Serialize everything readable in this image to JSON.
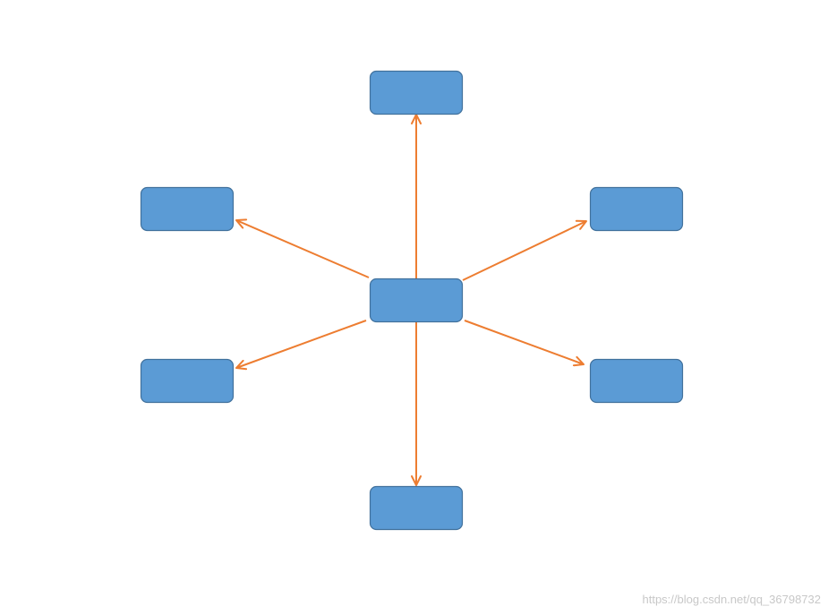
{
  "colors": {
    "node_fill": "#5B9BD5",
    "node_stroke": "#41719C",
    "edge": "#ED7D31",
    "background": "#FFFFFF",
    "watermark": "#C8C8C8"
  },
  "nodes": [
    {
      "id": "center",
      "label": ""
    },
    {
      "id": "top",
      "label": ""
    },
    {
      "id": "upper-left",
      "label": ""
    },
    {
      "id": "upper-right",
      "label": ""
    },
    {
      "id": "lower-left",
      "label": ""
    },
    {
      "id": "lower-right",
      "label": ""
    },
    {
      "id": "bottom",
      "label": ""
    }
  ],
  "edges": [
    {
      "from": "center",
      "to": "top"
    },
    {
      "from": "center",
      "to": "upper-left"
    },
    {
      "from": "center",
      "to": "upper-right"
    },
    {
      "from": "center",
      "to": "lower-left"
    },
    {
      "from": "center",
      "to": "lower-right"
    },
    {
      "from": "center",
      "to": "bottom"
    }
  ],
  "watermark": {
    "text": "https://blog.csdn.net/qq_36798732"
  }
}
